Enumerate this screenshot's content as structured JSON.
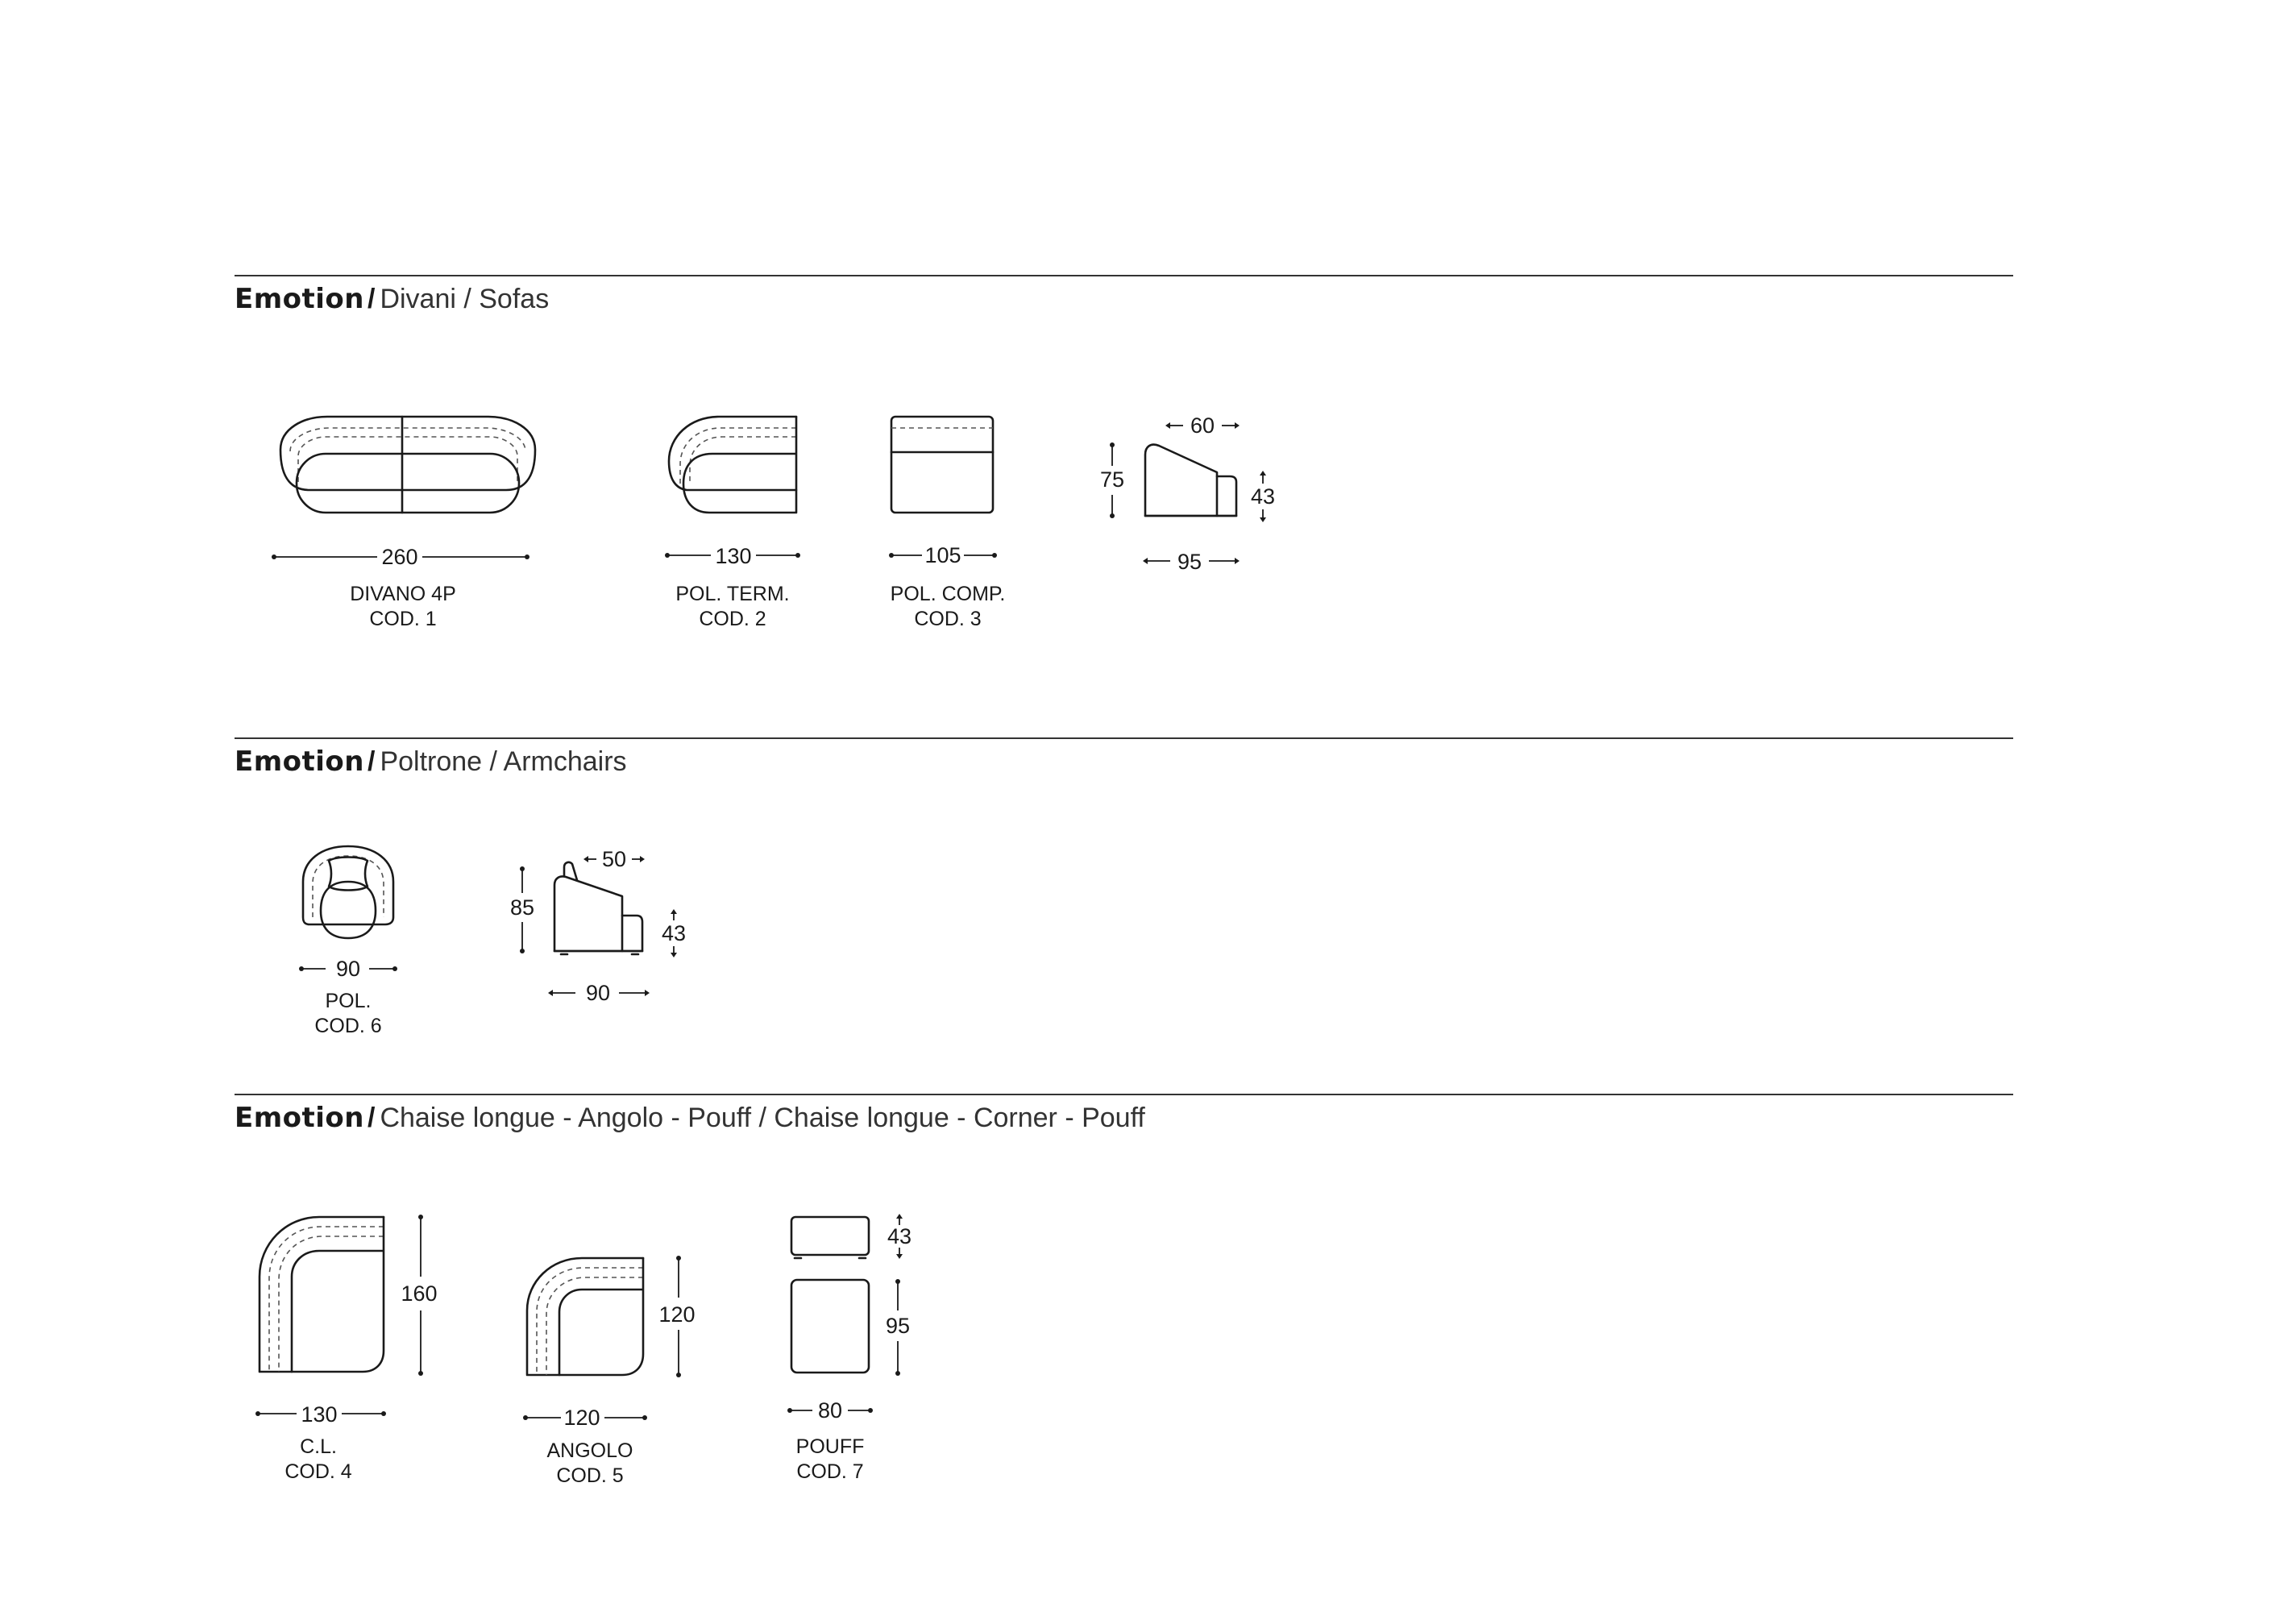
{
  "sections": [
    {
      "brand": "Emotion",
      "slash": "/",
      "subtitle": "Divani  / Sofas"
    },
    {
      "brand": "Emotion",
      "slash": "/",
      "subtitle": "Poltrone  / Armchairs"
    },
    {
      "brand": "Emotion",
      "slash": "/",
      "subtitle": "Chaise longue - Angolo - Pouff / Chaise longue - Corner - Pouff"
    }
  ],
  "items": {
    "divano4p": {
      "name": "DIVANO 4P",
      "code": "COD. 1",
      "width": "260"
    },
    "pol_term": {
      "name": "POL. TERM.",
      "code": "COD. 2",
      "width": "130"
    },
    "pol_comp": {
      "name": "POL. COMP.",
      "code": "COD. 3",
      "width": "105"
    },
    "sofa_side": {
      "depth": "95",
      "seat_depth": "60",
      "height": "75",
      "seat_height": "43"
    },
    "pol": {
      "name": "POL.",
      "code": "COD. 6",
      "width": "90"
    },
    "armchair_side": {
      "depth": "90",
      "seat_depth": "50",
      "height": "85",
      "seat_height": "43"
    },
    "cl": {
      "name": "C.L.",
      "code": "COD. 4",
      "width": "130",
      "length": "160"
    },
    "angolo": {
      "name": "ANGOLO",
      "code": "COD. 5",
      "width": "120",
      "length": "120"
    },
    "pouff": {
      "name": "POUFF",
      "code": "COD. 7",
      "width": "80",
      "depth": "95",
      "height": "43"
    }
  }
}
